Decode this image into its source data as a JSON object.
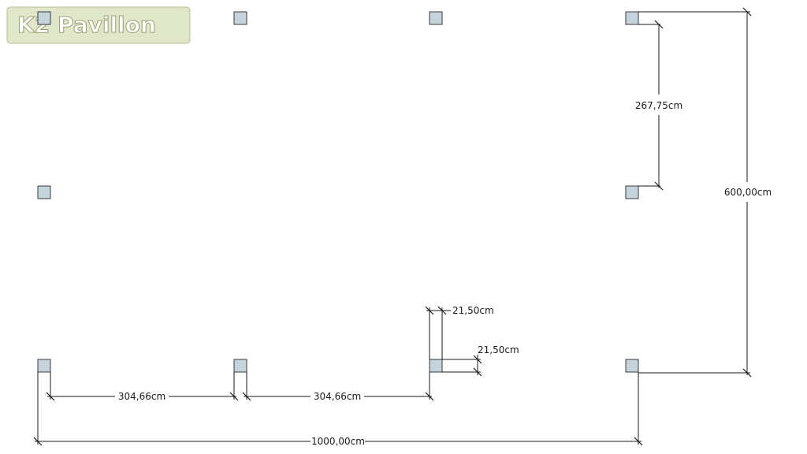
{
  "logo": {
    "text": "K2 Pavillon"
  },
  "dimensions": {
    "side_depth": "267,75cm",
    "total_depth": "600,00cm",
    "post_width": "21,50cm",
    "post_depth": "21,50cm",
    "bay_1": "304,66cm",
    "bay_2": "304,66cm",
    "total_width": "1000,00cm"
  },
  "colors": {
    "post_fill": "#c5d3dc",
    "line": "#1a1a1a"
  }
}
